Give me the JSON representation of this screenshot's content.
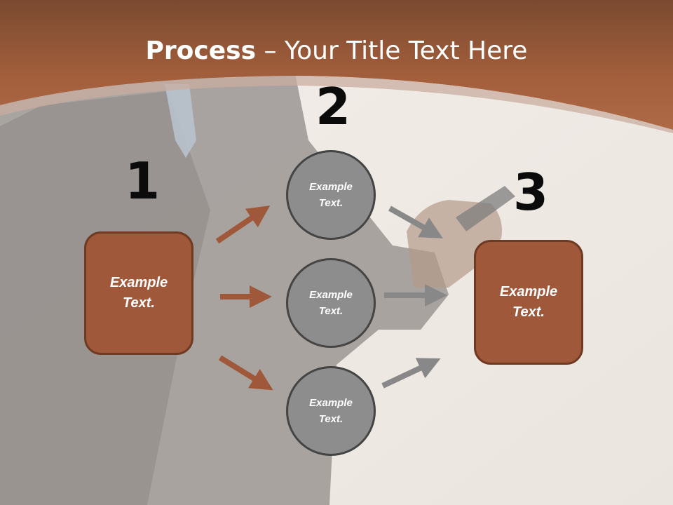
{
  "title": {
    "bold": "Process",
    "rest": " – Your Title Text Here"
  },
  "steps": [
    {
      "number": "1",
      "text": "Example Text."
    },
    {
      "number": "2",
      "items": [
        "Example Text.",
        "Example Text.",
        "Example Text."
      ]
    },
    {
      "number": "3",
      "text": "Example Text."
    }
  ],
  "colors": {
    "brown": "#a0583a",
    "brown_dark": "#6e3a22",
    "gray": "#8d8d8d",
    "gray_arrow": "#888888",
    "header": "#a35f3c"
  }
}
